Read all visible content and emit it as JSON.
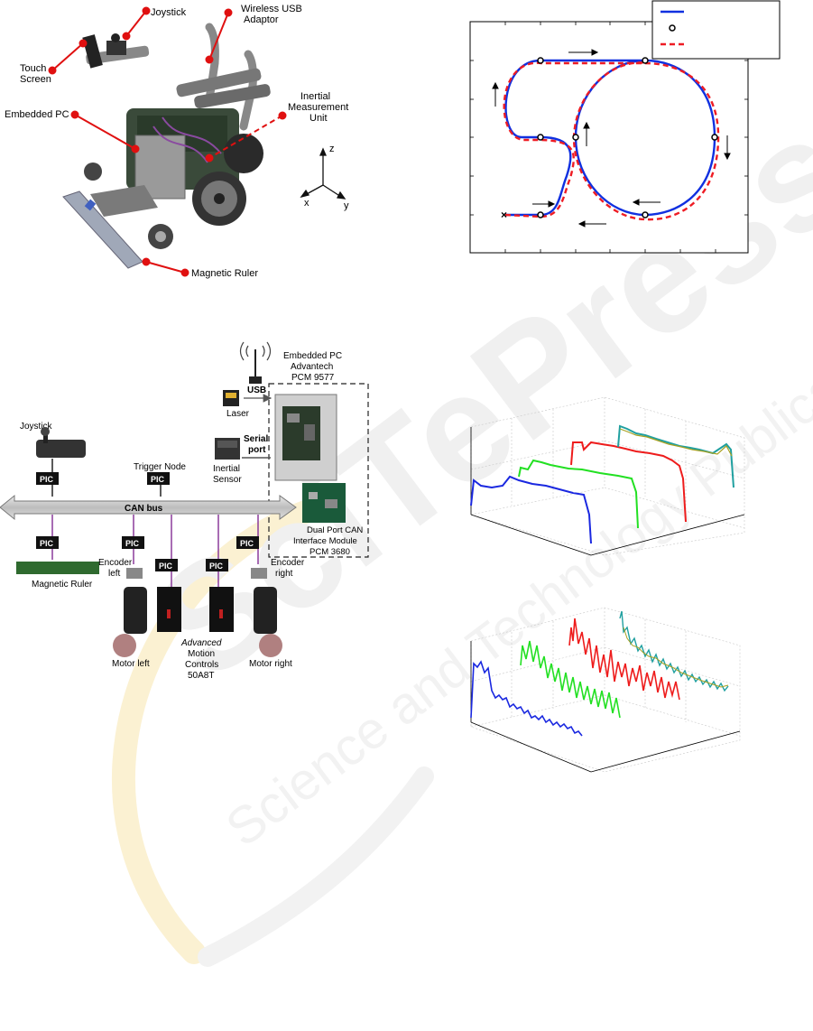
{
  "fig_wheelchair": {
    "labels": {
      "joystick": "Joystick",
      "wireless": "Wireless USB\nAdaptor",
      "touch": "Touch\nScreen",
      "embedded_pc": "Embedded PC",
      "imu": "Inertial\nMeasurement\nUnit",
      "magnetic_ruler": "Magnetic Ruler",
      "axis_z": "z",
      "axis_x": "x",
      "axis_y": "y"
    }
  },
  "fig_architecture": {
    "labels": {
      "embedded_pc": "Embedded PC\nAdvantech\nPCM 9577",
      "usb": "USB",
      "laser": "Laser",
      "serial_port": "Serial\nport",
      "inertial_sensor": "Inertial\nSensor",
      "joystick": "Joystick",
      "trigger_node": "Trigger Node",
      "can_bus": "CAN bus",
      "pic": "PIC",
      "dual_port": "Dual Port CAN\nInterface Module\nPCM 3680",
      "magnetic_ruler": "Magnetic Ruler",
      "encoder_left": "Encoder\nleft",
      "encoder_right": "Encoder\nright",
      "motor_left": "Motor left",
      "motor_right": "Motor right",
      "controls_brand": "Advanced",
      "controls_text": "Motion\nControls\n50A8T"
    }
  },
  "fig_trajectory": {
    "colors": {
      "reference": "#1030e0",
      "actual": "#ee1c24",
      "waypoint": "#000000"
    }
  },
  "fig_waterfall": {
    "colors": {
      "blue": "#1a28e0",
      "green": "#22e022",
      "red": "#ee1c1c",
      "teal": "#20a0a0"
    }
  },
  "watermark": {
    "colors": {
      "light": "#eeeeee",
      "yellow": "#fdf6dc"
    },
    "line1": "SciTePress",
    "line2": "Science and Technology Publications"
  }
}
